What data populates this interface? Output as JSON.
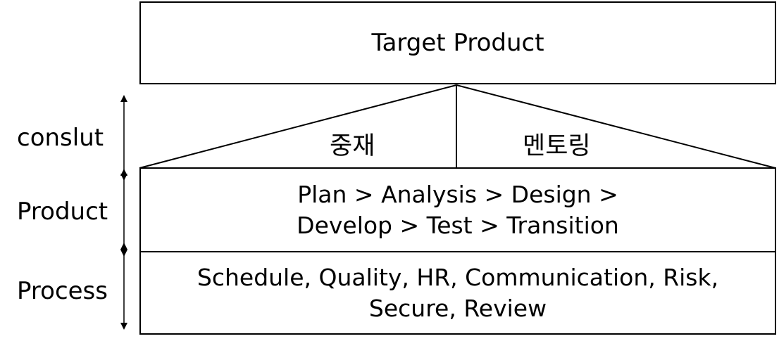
{
  "target": {
    "label": "Target Product"
  },
  "roof": {
    "left_label": "중재",
    "right_label": "멘토링"
  },
  "product": {
    "line1": "Plan > Analysis > Design >",
    "line2": "Develop > Test > Transition"
  },
  "process": {
    "line1": "Schedule, Quality, HR, Communication, Risk,",
    "line2": "Secure, Review"
  },
  "side_labels": {
    "consult": "conslut",
    "product": "Product",
    "process": "Process"
  },
  "colors": {
    "line": "#000000",
    "background": "#ffffff"
  }
}
